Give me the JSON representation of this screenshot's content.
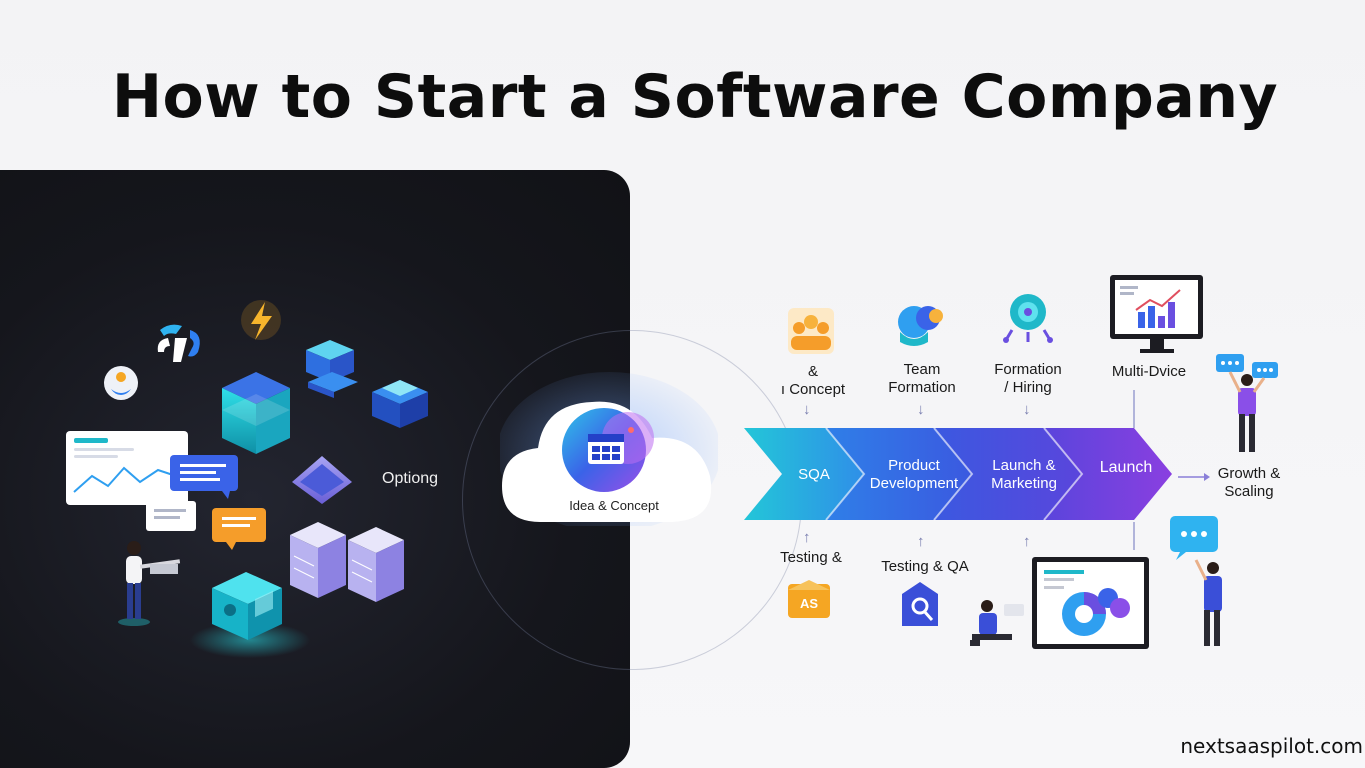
{
  "title": "How to Start a Software Company",
  "left_panel": {
    "label": "Optiong",
    "chart_icon": "line-chart-card-icon",
    "bolt_icon": "lightning-icon"
  },
  "center": {
    "cloud_label": "Idea & Concept",
    "cloud_icon": "calendar-app-icon"
  },
  "top_labels": [
    {
      "text_line1": "&",
      "text_line2": "ı Concept"
    },
    {
      "text_line1": "Team",
      "text_line2": "Formation"
    },
    {
      "text_line1": "Formation",
      "text_line2": "/ Hiring"
    },
    {
      "text_line1": "Multi-Dvice",
      "text_line2": ""
    }
  ],
  "chevrons": [
    {
      "line1": "SQA",
      "line2": ""
    },
    {
      "line1": "Product",
      "line2": "Development"
    },
    {
      "line1": "Launch &",
      "line2": "Marketing"
    },
    {
      "line1": "Launch",
      "line2": ""
    }
  ],
  "end_label": {
    "line1": "Growth &",
    "line2": "Scaling"
  },
  "bottom_labels": [
    {
      "text": "Testing &"
    },
    {
      "text": "Testing & QA"
    }
  ],
  "badge_text": "AS",
  "footer_url": "nextsaaspilot.com",
  "colors": {
    "chevron_start": "#22c3d6",
    "chevron_mid": "#3b63e0",
    "chevron_end": "#7a3fe0",
    "accent_orange": "#f5a623",
    "accent_teal": "#1fb8c9",
    "dark_bg": "#15161c"
  }
}
